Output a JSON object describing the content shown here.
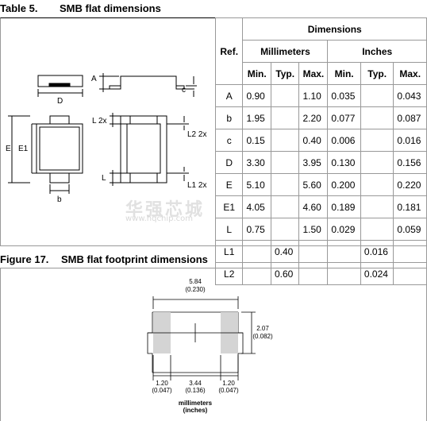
{
  "table5": {
    "number": "Table 5.",
    "title": "SMB flat dimensions"
  },
  "dim_table": {
    "header_ref": "Ref.",
    "header_dimensions": "Dimensions",
    "header_mm": "Millimeters",
    "header_in": "Inches",
    "sub_headers": [
      "Min.",
      "Typ.",
      "Max.",
      "Min.",
      "Typ.",
      "Max."
    ],
    "rows": [
      {
        "ref": "A",
        "mm_min": "0.90",
        "mm_typ": "",
        "mm_max": "1.10",
        "in_min": "0.035",
        "in_typ": "",
        "in_max": "0.043"
      },
      {
        "ref": "b",
        "mm_min": "1.95",
        "mm_typ": "",
        "mm_max": "2.20",
        "in_min": "0.077",
        "in_typ": "",
        "in_max": "0.087"
      },
      {
        "ref": "c",
        "mm_min": "0.15",
        "mm_typ": "",
        "mm_max": "0.40",
        "in_min": "0.006",
        "in_typ": "",
        "in_max": "0.016"
      },
      {
        "ref": "D",
        "mm_min": "3.30",
        "mm_typ": "",
        "mm_max": "3.95",
        "in_min": "0.130",
        "in_typ": "",
        "in_max": "0.156"
      },
      {
        "ref": "E",
        "mm_min": "5.10",
        "mm_typ": "",
        "mm_max": "5.60",
        "in_min": "0.200",
        "in_typ": "",
        "in_max": "0.220"
      },
      {
        "ref": "E1",
        "mm_min": "4.05",
        "mm_typ": "",
        "mm_max": "4.60",
        "in_min": "0.189",
        "in_typ": "",
        "in_max": "0.181"
      },
      {
        "ref": "L",
        "mm_min": "0.75",
        "mm_typ": "",
        "mm_max": "1.50",
        "in_min": "0.029",
        "in_typ": "",
        "in_max": "0.059"
      },
      {
        "ref": "L1",
        "mm_min": "",
        "mm_typ": "0.40",
        "mm_max": "",
        "in_min": "",
        "in_typ": "0.016",
        "in_max": ""
      },
      {
        "ref": "L2",
        "mm_min": "",
        "mm_typ": "0.60",
        "mm_max": "",
        "in_min": "",
        "in_typ": "0.024",
        "in_max": ""
      }
    ]
  },
  "package_drawing": {
    "label_A": "A",
    "label_c": "c",
    "label_D": "D",
    "label_E": "E",
    "label_E1": "E1",
    "label_b": "b",
    "label_L2x": "L 2x",
    "label_L2_2x": "L2 2x",
    "label_L": "L",
    "label_L1_2x": "L1 2x"
  },
  "figure17": {
    "number": "Figure 17.",
    "title": "SMB flat footprint dimensions"
  },
  "footprint": {
    "total_width_mm": "5.84",
    "total_width_in": "(0.230)",
    "height_mm": "2.07",
    "height_in": "(0.082)",
    "pad_left_mm": "1.20",
    "pad_left_in": "(0.047)",
    "gap_mm": "3.44",
    "gap_in": "(0.136)",
    "pad_right_mm": "1.20",
    "pad_right_in": "(0.047)",
    "units_line1": "millimeters",
    "units_line2": "(inches)"
  },
  "watermark": {
    "big": "华强芯城",
    "small": "www.hqchip.com"
  }
}
